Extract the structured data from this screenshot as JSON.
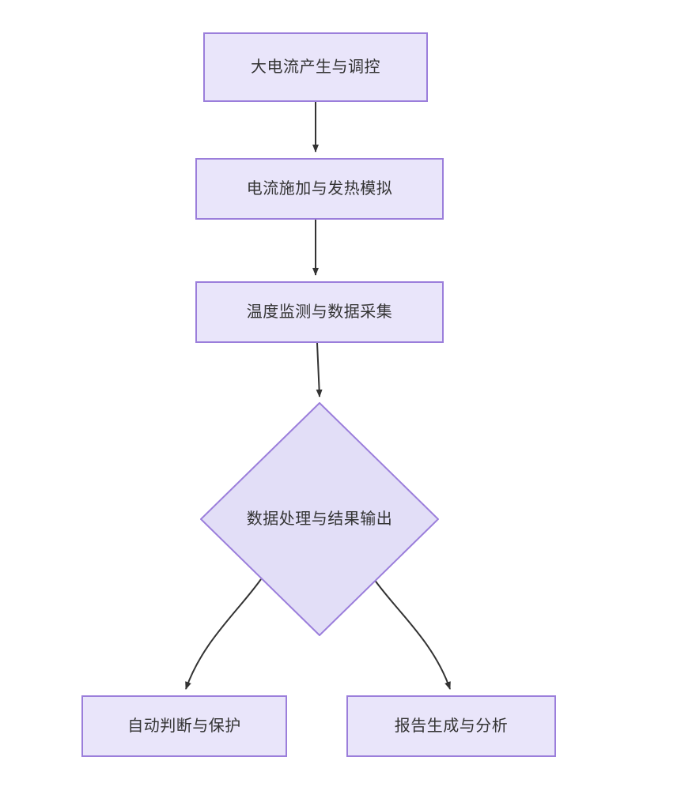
{
  "diagram": {
    "type": "flowchart",
    "orientation": "top-down",
    "background_color": "#ffffff",
    "node_fill_color": "#E9E5FA",
    "node_border_color": "#9B7EDB",
    "node_text_color": "#333333",
    "edge_color": "#333333",
    "nodes": [
      {
        "id": "current-gen",
        "label": "大电流产生与调控",
        "shape": "rectangle"
      },
      {
        "id": "current-apply",
        "label": "电流施加与发热模拟",
        "shape": "rectangle"
      },
      {
        "id": "temp-monitor",
        "label": "温度监测与数据采集",
        "shape": "rectangle"
      },
      {
        "id": "data-process",
        "label": "数据处理与结果输出",
        "shape": "diamond"
      },
      {
        "id": "auto-protect",
        "label": "自动判断与保护",
        "shape": "rectangle"
      },
      {
        "id": "report-gen",
        "label": "报告生成与分析",
        "shape": "rectangle"
      }
    ],
    "edges": [
      {
        "from": "current-gen",
        "to": "current-apply",
        "label": "",
        "style": "straight-arrow"
      },
      {
        "from": "current-apply",
        "to": "temp-monitor",
        "label": "",
        "style": "straight-arrow"
      },
      {
        "from": "temp-monitor",
        "to": "data-process",
        "label": "",
        "style": "straight-arrow"
      },
      {
        "from": "data-process",
        "to": "auto-protect",
        "label": "",
        "style": "curved-arrow"
      },
      {
        "from": "data-process",
        "to": "report-gen",
        "label": "",
        "style": "curved-arrow"
      }
    ]
  }
}
